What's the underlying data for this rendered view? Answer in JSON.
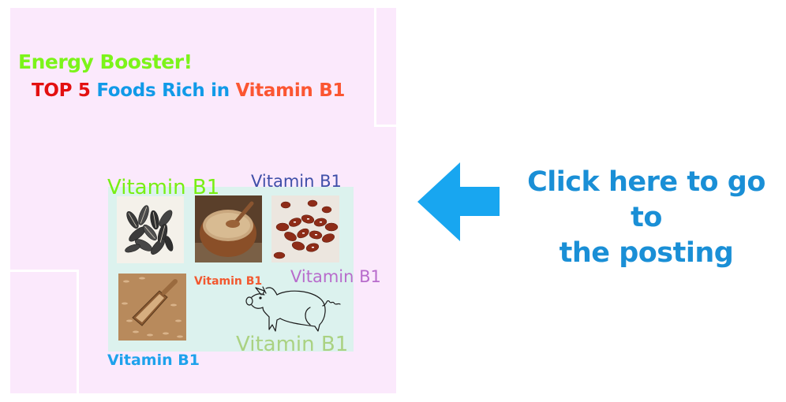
{
  "headline": {
    "line1": {
      "text": "Energy Booster!",
      "color": "#7cf41a"
    },
    "line2": {
      "parts": [
        {
          "text": "TOP 5",
          "color": "#e31010"
        },
        {
          "text": "Foods Rich in",
          "color": "#119ae8"
        },
        {
          "text": "Vitamin B1",
          "color": "#fb5632"
        }
      ]
    }
  },
  "collage": {
    "background": "#dcf2ee",
    "images": [
      {
        "name": "sunflower-seeds",
        "alt": "Sunflower seeds"
      },
      {
        "name": "whole-grain-bowl",
        "alt": "Whole grain in wooden bowl"
      },
      {
        "name": "kidney-beans",
        "alt": "Red beans"
      },
      {
        "name": "brown-rice-scoop",
        "alt": "Brown rice with wooden scoop"
      },
      {
        "name": "pig-drawing",
        "alt": "Line drawing of a pig"
      }
    ],
    "labels": [
      {
        "text": "Vitamin B1",
        "color": "#78ef14"
      },
      {
        "text": "Vitamin B1",
        "color": "#3f4fa8"
      },
      {
        "text": "Vitamin B1",
        "color": "#f2582f"
      },
      {
        "text": "Vitamin B1",
        "color": "#b86ccc"
      },
      {
        "text": "Vitamin B1",
        "color": "#aad282"
      },
      {
        "text": "Vitamin B1",
        "color": "#1ea2ec"
      }
    ]
  },
  "cta": {
    "line1": "Click here to go to",
    "line2": "the posting",
    "text_color": "#1a8fd6",
    "arrow_color": "#18a6f0",
    "arrow_icon": "arrow-left-icon"
  },
  "colors": {
    "panel": "#fbe9fc",
    "frame": "#ffffff"
  }
}
